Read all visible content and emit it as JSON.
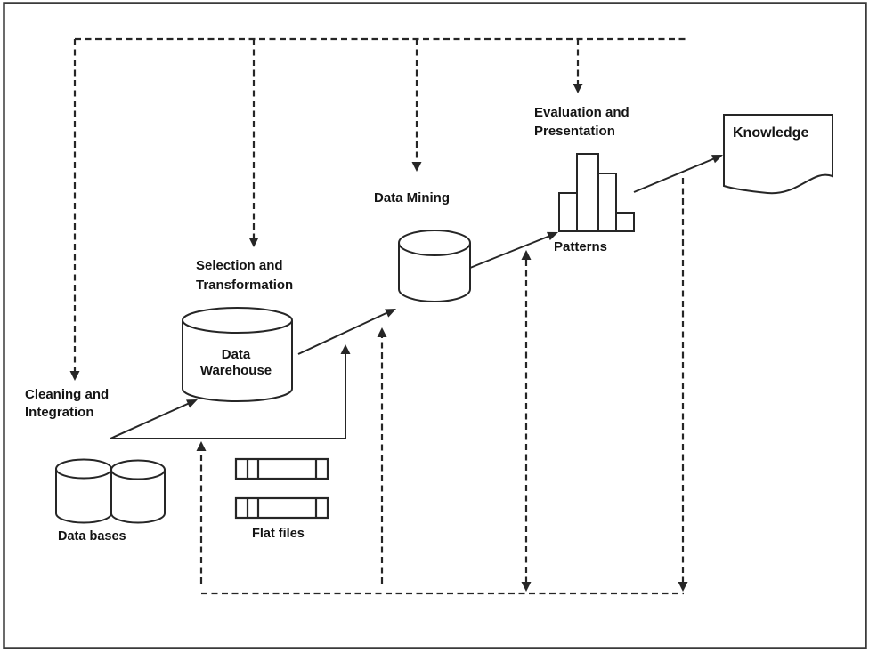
{
  "diagram": {
    "kind": "process-flow-diagram",
    "colors": {
      "background": "#ffffff",
      "line": "#262626",
      "text": "#141414",
      "border": "#3a3a3a"
    },
    "nodes": {
      "databases": {
        "label": "Data bases",
        "icon": "database-cylinders-icon"
      },
      "flat_files": {
        "label": "Flat files",
        "icon": "flat-file-bars-icon"
      },
      "cleaning": {
        "line1": "Cleaning and",
        "line2": "Integration"
      },
      "warehouse": {
        "line1": "Data",
        "line2": "Warehouse",
        "icon": "cylinder-icon"
      },
      "selection": {
        "line1": "Selection and",
        "line2": "Transformation"
      },
      "data_mining": {
        "label": "Data Mining",
        "icon": "cylinder-icon"
      },
      "patterns": {
        "label": "Patterns",
        "icon": "histogram-icon"
      },
      "evaluation": {
        "line1": "Evaluation and",
        "line2": "Presentation"
      },
      "knowledge": {
        "label": "Knowledge",
        "icon": "document-icon"
      }
    }
  }
}
